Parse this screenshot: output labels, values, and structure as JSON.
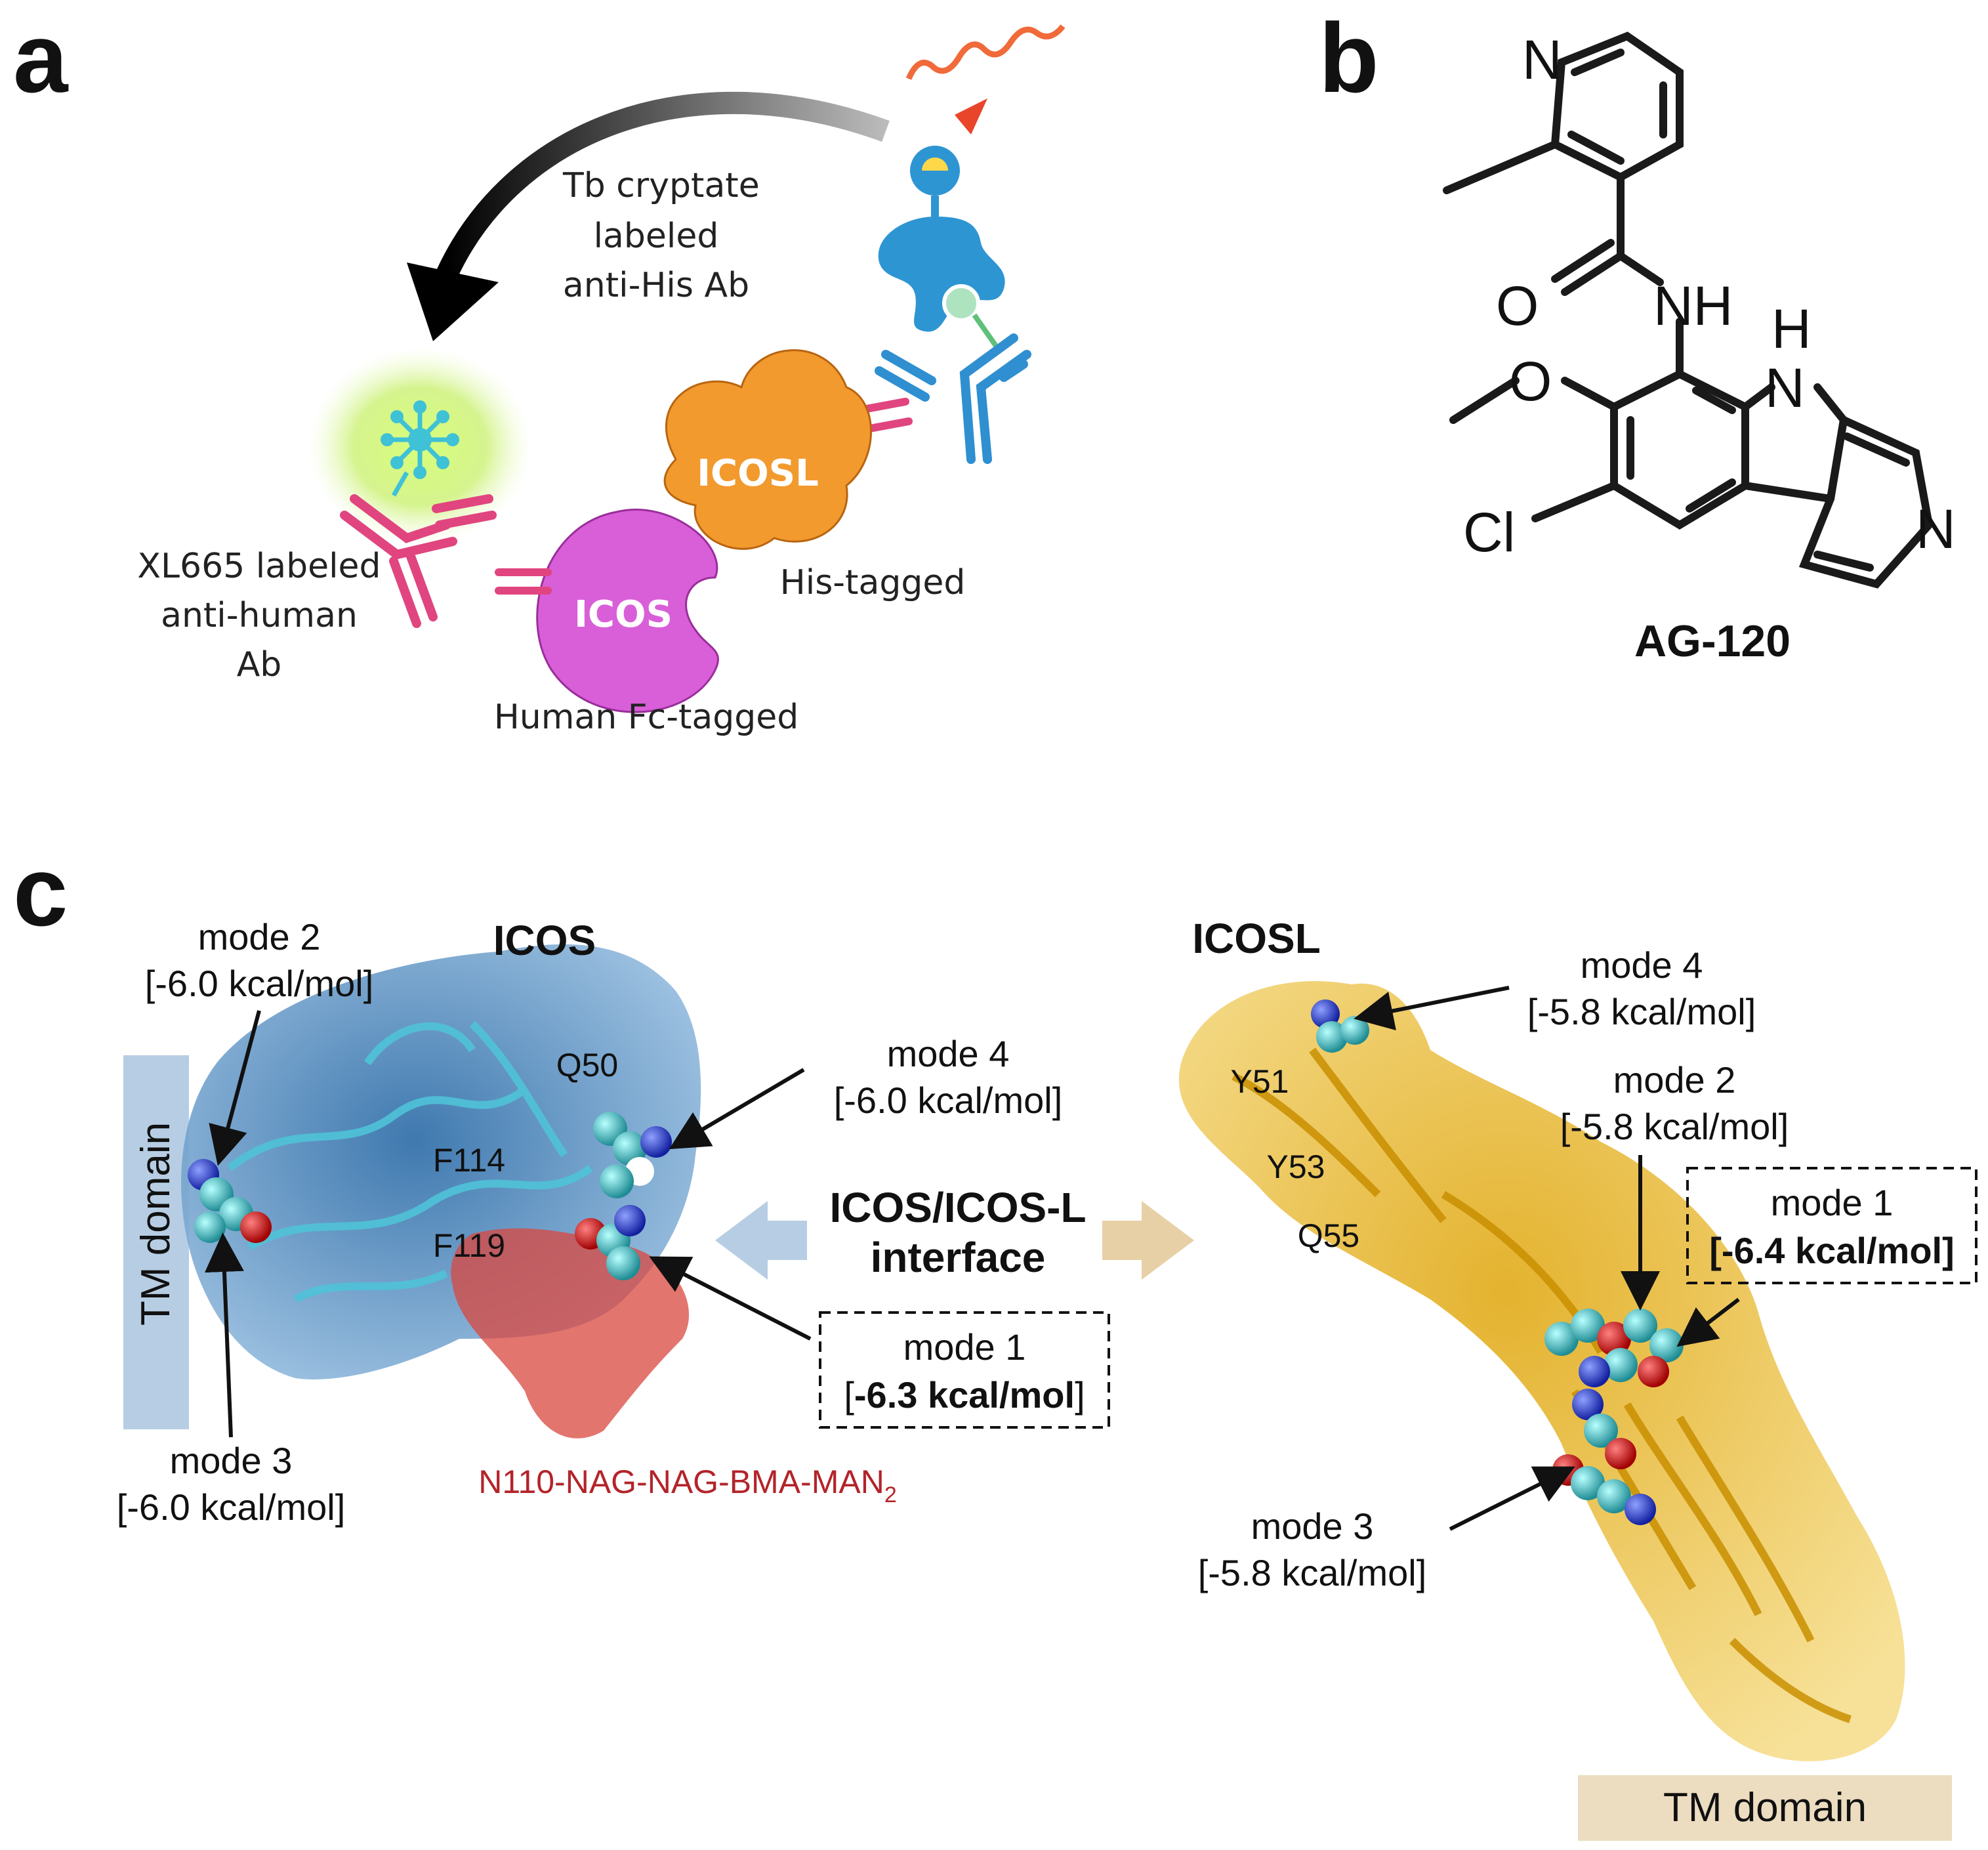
{
  "panels": {
    "a": "a",
    "b": "b",
    "c": "c"
  },
  "panel_a": {
    "tb_label": [
      "Tb cryptate",
      "labeled",
      "anti-His Ab"
    ],
    "xl_label": [
      "XL665 labeled",
      "anti-human",
      "Ab"
    ],
    "icosl": "ICOSL",
    "icos": "ICOS",
    "his_tagged": "His-tagged",
    "fc_tagged": "Human Fc-tagged",
    "colors": {
      "icosl": "#f29a2e",
      "icos": "#d95fd9",
      "antibody_pink": "#e0457f",
      "antibody_blue": "#2f8fd0",
      "glow": "#c8f06a"
    }
  },
  "panel_b": {
    "compound": "AG-120",
    "atoms": {
      "n_pyr": "N",
      "o": "O",
      "nh": "NH",
      "h": "H",
      "n_ring": "N",
      "o_me": "O",
      "cl": "Cl",
      "n_pyr2": "N"
    }
  },
  "panel_c": {
    "icos_title": "ICOS",
    "icosl_title": "ICOSL",
    "tm_domain": "TM domain",
    "interface": [
      "ICOS/ICOS-L",
      "interface"
    ],
    "glycan_main": "N110-NAG-NAG-BMA-MAN",
    "glycan_sub": "2",
    "icos_residues": [
      "Q50",
      "F114",
      "F119"
    ],
    "icosl_residues": [
      "Y51",
      "Y53",
      "Q55"
    ],
    "icos_modes": {
      "m2": {
        "name": "mode 2",
        "energy": "[-6.0 kcal/mol]"
      },
      "m3": {
        "name": "mode 3",
        "energy": "[-6.0 kcal/mol]"
      },
      "m4": {
        "name": "mode 4",
        "energy": "[-6.0 kcal/mol]"
      },
      "m1": {
        "name": "mode 1",
        "energy_open": "[",
        "energy_val": "-6.3 kcal/mol",
        "energy_close": "]"
      }
    },
    "icosl_modes": {
      "m4": {
        "name": "mode 4",
        "energy": "[-5.8 kcal/mol]"
      },
      "m2": {
        "name": "mode 2",
        "energy": "[-5.8 kcal/mol]"
      },
      "m1": {
        "name": "mode 1",
        "energy": "[-6.4 kcal/mol]"
      },
      "m3": {
        "name": "mode 3",
        "energy": "[-5.8 kcal/mol]"
      }
    },
    "colors": {
      "icos_surface": "#3d7cb8",
      "icosl_surface": "#e6b422",
      "glycan": "#d9473f",
      "tm_icos": "#b7cde3",
      "tm_icosl": "#ecdcc0"
    }
  }
}
